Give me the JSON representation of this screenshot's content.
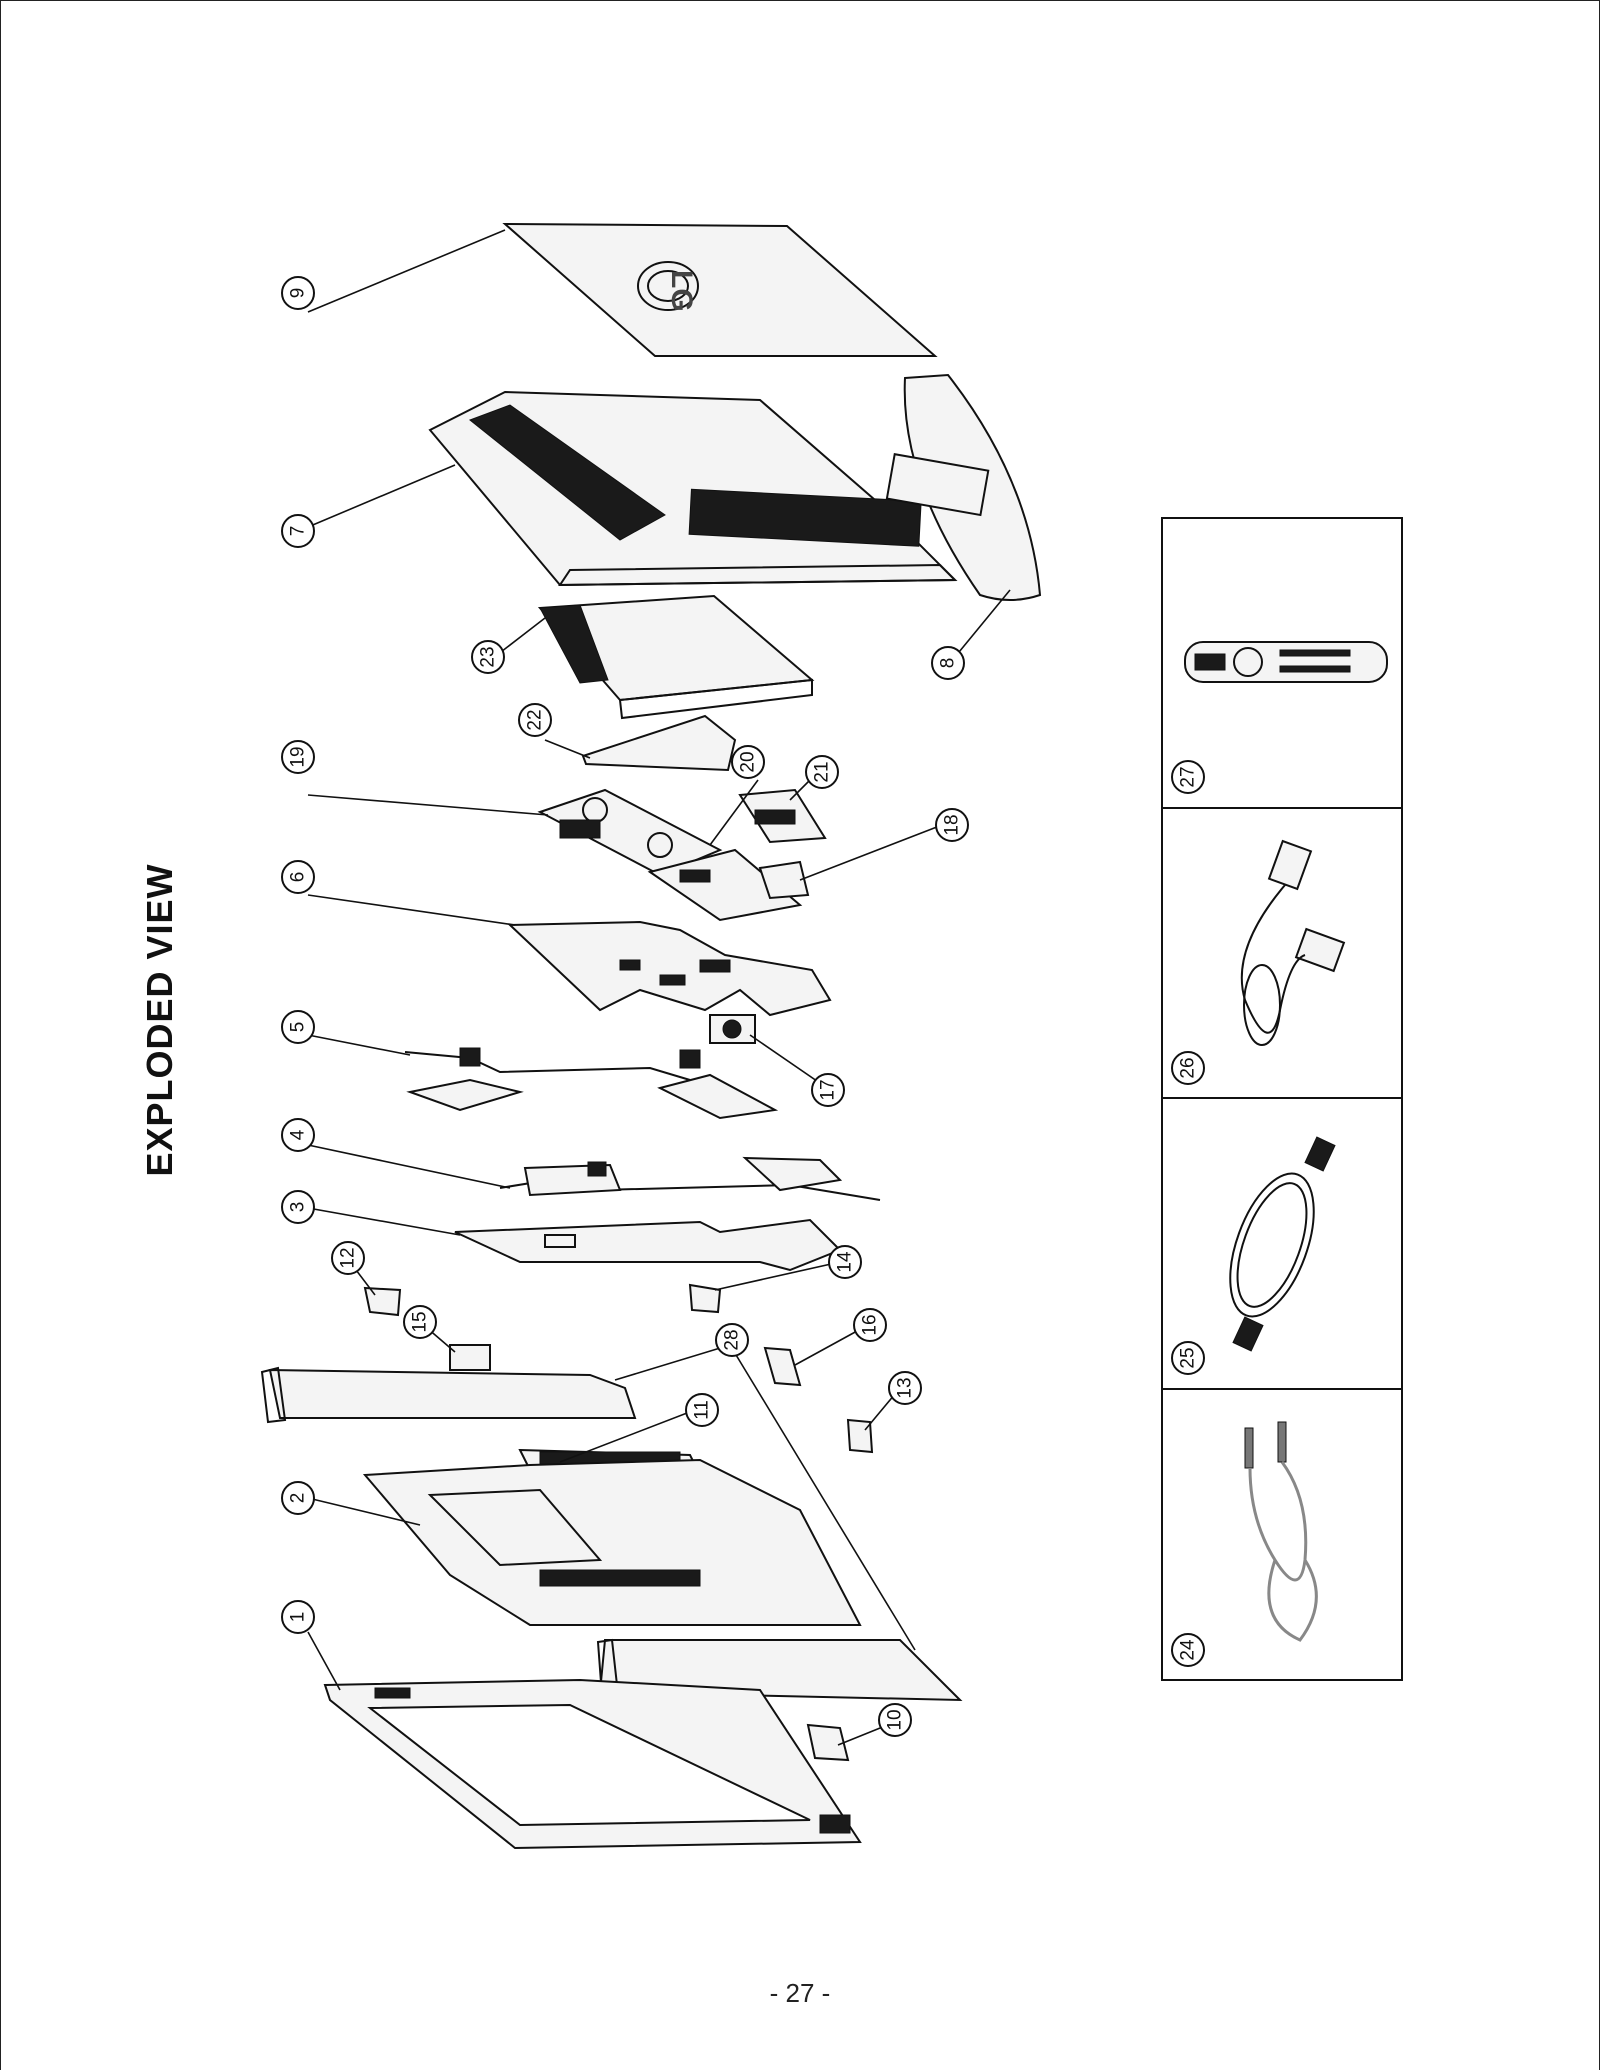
{
  "title": "EXPLODED VIEW",
  "page_number": "- 27 -",
  "logo_text": "LG",
  "callouts": [
    "1",
    "2",
    "3",
    "4",
    "5",
    "6",
    "7",
    "8",
    "9",
    "10",
    "11",
    "12",
    "13",
    "14",
    "15",
    "16",
    "17",
    "18",
    "19",
    "20",
    "21",
    "22",
    "23",
    "24",
    "25",
    "26",
    "27",
    "28"
  ],
  "accessory_panels": [
    {
      "label": "24",
      "item": "audio-cable"
    },
    {
      "label": "25",
      "item": "modem-cable"
    },
    {
      "label": "26",
      "item": "dsub-cable"
    },
    {
      "label": "27",
      "item": "remote-control"
    }
  ],
  "colors": {
    "line": "#111111",
    "fill": "#f4f4f4",
    "dark": "#1a1a1a"
  }
}
